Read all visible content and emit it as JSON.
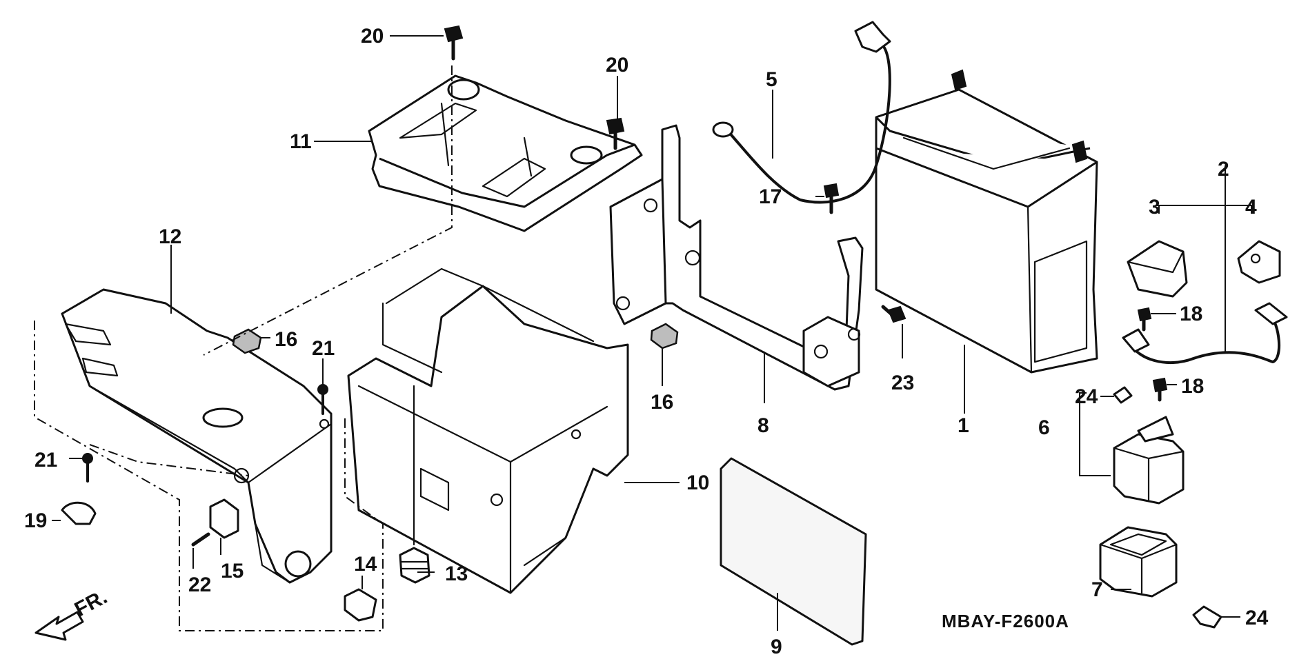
{
  "diagram": {
    "code": "MBAY-F2600A",
    "direction": "FR.",
    "callouts": {
      "c1": "1",
      "c2": "2",
      "c3": "3",
      "c4": "4",
      "c5": "5",
      "c6": "6",
      "c7": "7",
      "c8": "8",
      "c9": "9",
      "c10": "10",
      "c11": "11",
      "c12": "12",
      "c13": "13",
      "c14": "14",
      "c15": "15",
      "c16a": "16",
      "c16b": "16",
      "c17": "17",
      "c18a": "18",
      "c18b": "18",
      "c19": "19",
      "c20a": "20",
      "c20b": "20",
      "c21a": "21",
      "c21b": "21",
      "c22": "22",
      "c23": "23",
      "c24a": "24",
      "c24b": "24"
    }
  }
}
